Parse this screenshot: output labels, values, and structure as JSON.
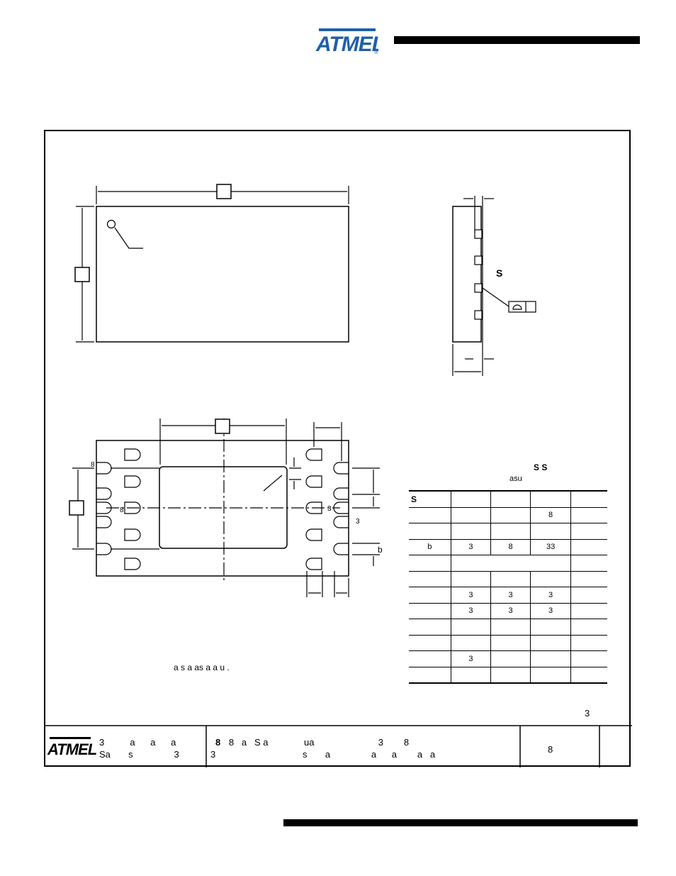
{
  "header": {
    "logo_text": "ATMEL"
  },
  "side_view": {
    "label": "S"
  },
  "table_title": {
    "line1": "S   S",
    "line2": "asu"
  },
  "table": {
    "rows": [
      [
        "S",
        "",
        "",
        "",
        ""
      ],
      [
        "",
        "",
        "",
        "8",
        ""
      ],
      [
        "",
        "",
        "",
        "",
        ""
      ],
      [
        "b",
        "3",
        "8",
        "33",
        ""
      ],
      [
        "",
        "",
        "",
        "",
        ""
      ],
      [
        "",
        "",
        "",
        "",
        ""
      ],
      [
        "",
        "3",
        "3",
        "3",
        ""
      ],
      [
        "",
        "3",
        "3",
        "3",
        ""
      ],
      [
        "",
        "",
        "",
        "",
        ""
      ],
      [
        "",
        "",
        "",
        "",
        ""
      ],
      [
        "",
        "3",
        "",
        "",
        ""
      ],
      [
        "",
        "",
        "",
        "",
        ""
      ]
    ]
  },
  "bottom_view_labels": {
    "pin_8_top": "8",
    "pin_8_mid": "8",
    "pin_3_right": "3",
    "pin_3_lower": "3",
    "b_label": "b"
  },
  "note": "a       s a  as     a         a u  .",
  "page_ref": "3",
  "title_block": {
    "logo_text": "ATMEL",
    "left_line1": "3          a      a      a",
    "left_line2": "Sa       s                3",
    "mid_bold": "8",
    "mid_line1": "   8   a   S a              ua                         3        8",
    "mid_line2": "3                                  s       a                a      a        a   a",
    "right_value": "8"
  }
}
